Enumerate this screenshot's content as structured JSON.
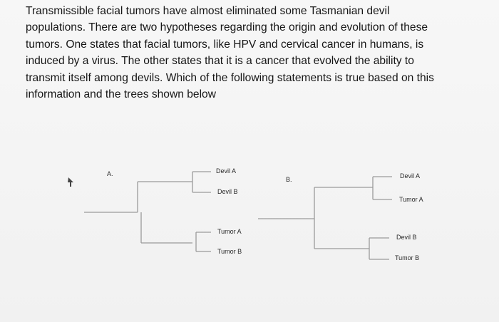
{
  "question": {
    "lines": [
      "Transmissible facial tumors have almost eliminated some Tasmanian devil",
      "populations. There are two hypotheses regarding the origin and evolution of these",
      "tumors. One states that facial tumors, like HPV and cervical cancer in humans, is",
      "induced by a virus. The other states that it is a cancer that evolved the ability to",
      "transmit itself among devils. Which of the following statements is true based on this",
      "information and the trees shown below"
    ]
  },
  "trees": {
    "a": {
      "label": "A.",
      "leaves": [
        "Devil A",
        "Devil B",
        "Tumor A",
        "Tumor B"
      ]
    },
    "b": {
      "label": "B.",
      "leaves": [
        "Devil A",
        "Tumor A",
        "Devil B",
        "Tumor B"
      ]
    }
  }
}
